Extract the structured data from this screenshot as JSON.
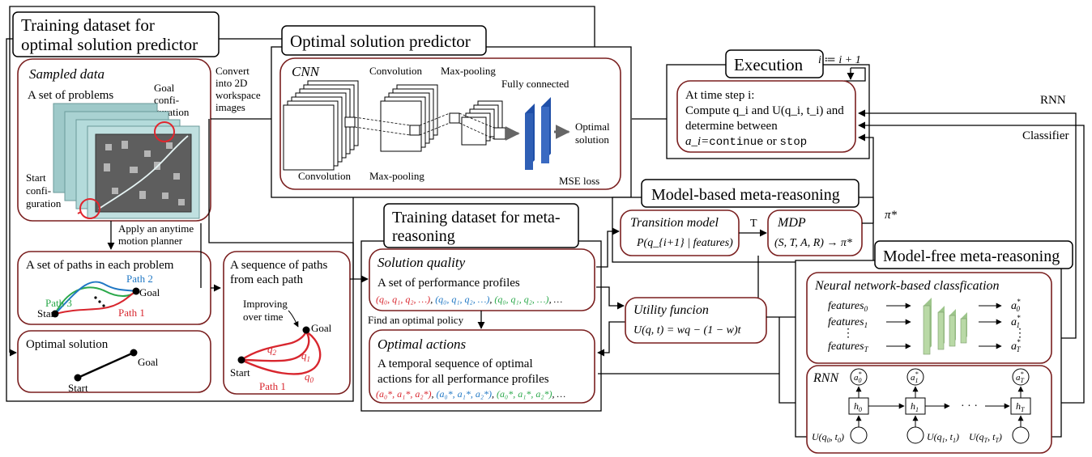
{
  "training_dataset_panel": {
    "title_line1": "Training dataset for",
    "title_line2": "optimal solution predictor",
    "sampled_data": {
      "title": "Sampled data",
      "subtitle": "A set of problems",
      "goal_label_1": "Goal",
      "goal_label_2": "confi-",
      "goal_label_3": "guration",
      "start_label_1": "Start",
      "start_label_2": "confi-",
      "start_label_3": "guration"
    },
    "apply_planner_1": "Apply an anytime",
    "apply_planner_2": "motion planner",
    "paths_box": {
      "title": "A set of paths in each problem",
      "path1": "Path 1",
      "path2": "Path 2",
      "path3": "Path 3",
      "goal": "Goal",
      "start": "Start"
    },
    "sequence_box": {
      "title_1": "A sequence of paths",
      "title_2": "from each path",
      "improving_1": "Improving",
      "improving_2": "over time",
      "goal": "Goal",
      "start": "Start",
      "path1": "Path 1",
      "q0": "q",
      "q1": "q",
      "q2": "q"
    },
    "optimal_solution_box": {
      "title": "Optimal solution",
      "goal": "Goal",
      "start": "Start"
    }
  },
  "convert_label": [
    "Convert",
    "into 2D",
    "workspace",
    "images"
  ],
  "predictor": {
    "title": "Optimal solution predictor",
    "cnn_label": "CNN",
    "convolution_top": "Convolution",
    "maxpool_top": "Max-pooling",
    "fully_connected": "Fully connected",
    "convolution_bottom": "Convolution",
    "maxpool_bottom": "Max-pooling",
    "optimal_1": "Optimal",
    "optimal_2": "solution",
    "loss": "MSE loss"
  },
  "execution": {
    "title": "Execution",
    "loop_label": "i ≔ i + 1",
    "line1": "At time step i:",
    "line2": "Compute q_i and U(q_i, t_i) and",
    "line3": "determine between",
    "line4_a": "a_i=",
    "line4_b": "continue",
    "line4_c": " or ",
    "line4_d": "stop"
  },
  "side_labels": {
    "rnn": "RNN",
    "classifier": "Classifier",
    "pi_star": "π*",
    "t": "T"
  },
  "model_based": {
    "title": "Model-based meta-reasoning",
    "transition_title": "Transition model",
    "transition_formula": "P(q_{i+1} | features)",
    "mdp_title": "MDP",
    "mdp_formula": "(S, T, A, R) → π*"
  },
  "meta_dataset": {
    "title_1": "Training dataset for meta-",
    "title_2": "reasoning",
    "solution_quality_title": "Solution quality",
    "profiles_label": "A set of performance profiles",
    "find_policy": "Find an optimal policy",
    "optimal_actions_title": "Optimal actions",
    "actions_line1": "A temporal sequence of optimal",
    "actions_line2": "actions for all performance profiles"
  },
  "utility": {
    "title": "Utility funcion",
    "formula": "U(q, t) = wq − (1 − w)t"
  },
  "model_free": {
    "title": "Model-free meta-reasoning",
    "nn_title": "Neural network-based classfication",
    "features_0": "features",
    "features_1": "features",
    "features_t": "features",
    "rnn_title": "RNN"
  },
  "colors": {
    "panel_border": "#7a1f1f",
    "red": "#d8262e",
    "blue": "#1f77c4",
    "green": "#2aa84a",
    "cnn_blue": "#2f5fb5",
    "nn_green": "#b9d9a6"
  }
}
